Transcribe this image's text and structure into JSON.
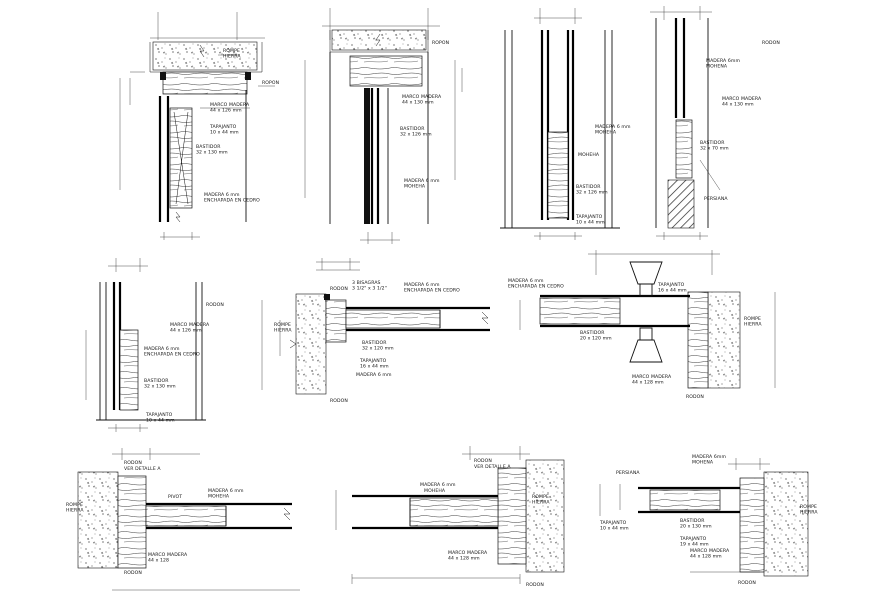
{
  "labels": {
    "rodon": "RODON",
    "ropon": "ROPON",
    "muro_hierra": "ROMPE\nHIERRA",
    "marco_madera_44_126": "MARCO MADERA\n44 x 126 mm",
    "marco_madera_44_130": "MARCO MADERA\n44 x 130 mm",
    "tapajanto_10_44": "TAPAJANTO\n10 x 44 mm",
    "bastidor_32_130": "BASTIDOR\n32 x 130 mm",
    "bastidor_32_126": "BASTIDOR\n32 x 126 mm",
    "bastidor_32_120": "BASTIDOR\n32 x 120 mm",
    "madera_6mm_enchapada": "MADERA 6 mm\nENCHAPADA EN CEDRO",
    "madera_6mm_moheha": "MADERA 6 mm\nMOHEHA",
    "persiana": "PERSIANA",
    "bisagras": "3 BISAGRAS\n3 1/2\" x 3 1/2\"",
    "madera_6mm_encapada": "MADERA 6 mm\nENCHAPADA EN CEDRO",
    "pivot": "PIVOT",
    "ver_detalle_a": "VER DETALLE A",
    "madera_6_mm": "MADERA 6 mm",
    "moheha": "MOHEHA",
    "marco_madera_44_128": "MARCO MADERA\n44 x 128 mm",
    "bastidor_20_120": "BASTIDOR\n20 x 120 mm",
    "tapajanto_16_44": "TAPAJANTO\n16 x 44 mm",
    "madera_6mm_mohena": "MADERA 6mm\nMOHENA",
    "marco_madera_44_130b": "MARCO MADERA\n44 x 130 mm",
    "madera_6mm_moheha2": "MADERA 6 mm\nMOHEHA",
    "bastidor_32_70": "BASTIDOR\n32 x 70 mm",
    "marco_madera_44": "MARCO MADERA\n44 x 128",
    "tapajanto_10_44b": "TAPAJANTO\n10 x 44 mm",
    "bastidor_20_130": "BASTIDOR\n20 x 130 mm",
    "tapajanto_19_44": "TAPAJANTO\n19 x 44 mm",
    "madera_6mm_mohena_b": "MADERA 6mm\nMOHENA"
  }
}
